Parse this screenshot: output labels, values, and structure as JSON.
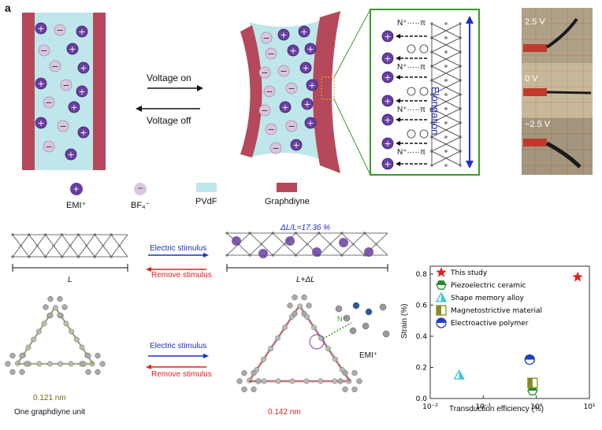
{
  "panel_label": "a",
  "arrows": {
    "voltage_on": "Voltage on",
    "voltage_off": "Voltage off",
    "elongation": "Elongation",
    "electric_stimulus_1": "Electric stimulus",
    "remove_stimulus_1": "Remove stimulus",
    "electric_stimulus_2": "Electric stimulus",
    "remove_stimulus_2": "Remove stimulus"
  },
  "interaction_label": "N⁺·····π",
  "photo_labels": [
    "2.5 V",
    "0 V",
    "−2.5 V"
  ],
  "legend": {
    "emi": "EMI⁺",
    "bf4": "BF₄⁻",
    "pvdf": "PVdF",
    "graphdiyne": "Graphdiyne"
  },
  "strain": {
    "delta": "ΔL/L=17.36 %",
    "L": "L",
    "LdL": "L+ΔL"
  },
  "unit_cell": {
    "caption": "One graphdiyne unit",
    "bond1": "0.121 nm",
    "bond2": "0.142 nm",
    "emi_label": "EMI⁺",
    "nplus": "N⁺"
  },
  "colors": {
    "emi": "#6a3ea1",
    "bf4": "#d9c7e0",
    "pvdf": "#bfe6ea",
    "graphdiyne": "#b5485a",
    "green_box": "#3a9a2a"
  },
  "chart_data": {
    "type": "scatter",
    "xlabel": "Transduction efficiency (%)",
    "ylabel": "Strain (%)",
    "xscale": "log",
    "xlim": [
      0.01,
      10
    ],
    "ylim": [
      0,
      0.85
    ],
    "xticks": [
      "10⁻²",
      "10⁻¹",
      "10⁰",
      "10¹"
    ],
    "yticks": [
      "0.0",
      "0.2",
      "0.4",
      "0.6",
      "0.8"
    ],
    "legend_position": "top-left",
    "series": [
      {
        "name": "This study",
        "marker": "star",
        "color": "#e02020",
        "points": [
          [
            6.0,
            0.78
          ]
        ]
      },
      {
        "name": "Piezoelectric ceramic",
        "marker": "hex",
        "color": "#2a8a2a",
        "points": [
          [
            0.85,
            0.05
          ]
        ]
      },
      {
        "name": "Shape memory alloy",
        "marker": "triangle",
        "color": "#3ac6d8",
        "points": [
          [
            0.035,
            0.15
          ]
        ]
      },
      {
        "name": "Magnetostrictive material",
        "marker": "square",
        "color": "#8a8a20",
        "points": [
          [
            0.85,
            0.1
          ]
        ]
      },
      {
        "name": "Electroactive polymer",
        "marker": "circle",
        "color": "#2040c0",
        "points": [
          [
            0.75,
            0.25
          ]
        ]
      }
    ]
  }
}
